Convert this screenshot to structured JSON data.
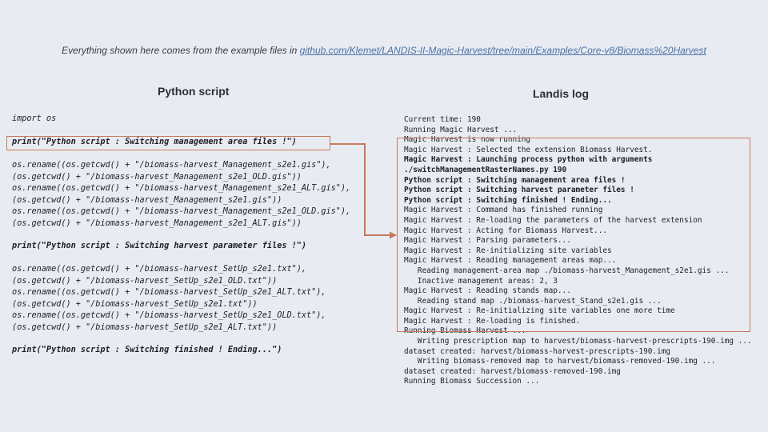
{
  "header": {
    "prefix": "Everything shown here comes from the example files in ",
    "link": "github.com/Klemet/LANDIS-II-Magic-Harvest/tree/main/Examples/Core-v8/Biomass%20Harvest"
  },
  "python": {
    "title": "Python script",
    "lines": {
      "import": "import os",
      "print1": "print(\"Python script : Switching management area files !\")",
      "r1a": "os.rename((os.getcwd() + \"/biomass-harvest_Management_s2e1.gis\"),",
      "r1b": "(os.getcwd() + \"/biomass-harvest_Management_s2e1_OLD.gis\"))",
      "r2a": "os.rename((os.getcwd() + \"/biomass-harvest_Management_s2e1_ALT.gis\"),",
      "r2b": "(os.getcwd() + \"/biomass-harvest_Management_s2e1.gis\"))",
      "r3a": "os.rename((os.getcwd() + \"/biomass-harvest_Management_s2e1_OLD.gis\"),",
      "r3b": "(os.getcwd() + \"/biomass-harvest_Management_s2e1_ALT.gis\"))",
      "print2": "print(\"Python script : Switching harvest parameter files !\")",
      "r4a": "os.rename((os.getcwd() + \"/biomass-harvest_SetUp_s2e1.txt\"),",
      "r4b": "(os.getcwd() + \"/biomass-harvest_SetUp_s2e1_OLD.txt\"))",
      "r5a": "os.rename((os.getcwd() + \"/biomass-harvest_SetUp_s2e1_ALT.txt\"),",
      "r5b": "(os.getcwd() + \"/biomass-harvest_SetUp_s2e1.txt\"))",
      "r6a": "os.rename((os.getcwd() + \"/biomass-harvest_SetUp_s2e1_OLD.txt\"),",
      "r6b": "(os.getcwd() + \"/biomass-harvest_SetUp_s2e1_ALT.txt\"))",
      "print3": "print(\"Python script : Switching finished ! Ending...\")"
    }
  },
  "log": {
    "title": "Landis log",
    "lines": [
      "Current time: 190",
      "Running Magic Harvest ...",
      "Magic Harvest is now running",
      "Magic Harvest : Selected the extension Biomass Harvest.",
      "Magic Harvest : Launching process python with arguments",
      "./switchManagementRasterNames.py 190",
      "Python script : Switching management area files !",
      "Python script : Switching harvest parameter files !",
      "Python script : Switching finished ! Ending...",
      "Magic Harvest : Command has finished running",
      "Magic Harvest : Re-loading the parameters of the harvest extension",
      "Magic Harvest : Acting for Biomass Harvest...",
      "Magic Harvest : Parsing parameters...",
      "Magic Harvest : Re-initializing site variables",
      "Magic Harvest : Reading management areas map...",
      "   Reading management-area map ./biomass-harvest_Management_s2e1.gis ...",
      "   Inactive management areas: 2, 3",
      "Magic Harvest : Reading stands map...",
      "   Reading stand map ./biomass-harvest_Stand_s2e1.gis ...",
      "Magic Harvest : Re-initializing site variables one more time",
      "Magic Harvest : Re-loading is finished.",
      "Running Biomass Harvest ...",
      "   Writing prescription map to harvest/biomass-harvest-prescripts-190.img ...",
      "dataset created: harvest/biomass-harvest-prescripts-190.img",
      "   Writing biomass-removed map to harvest/biomass-removed-190.img ...",
      "dataset created: harvest/biomass-removed-190.img",
      "Running Biomass Succession ..."
    ],
    "bold_lines": [
      4,
      5,
      6,
      7,
      8
    ]
  },
  "colors": {
    "background": "#e8ecf2",
    "highlight_box": "#c8785a",
    "link": "#4a6fa5"
  }
}
